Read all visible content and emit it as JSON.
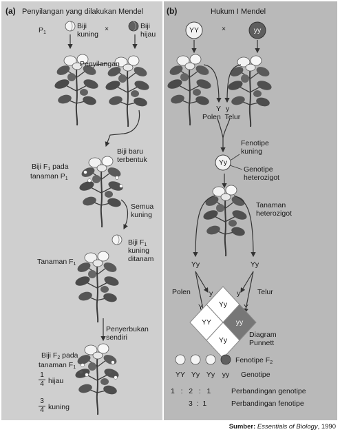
{
  "panel_a": {
    "tag": "(a)",
    "title": "Penyilangan yang dilakukan Mendel",
    "p1": "P",
    "p1_sub": "1",
    "cross_sign": "×",
    "yellow_seed": "Biji\nkuning",
    "green_seed": "Biji\nhijau",
    "cross_label": "Penyilangan",
    "new_seed": "Biji baru\nterbentuk",
    "f1_seed_on_p1_a": "Biji F",
    "f1_seed_on_p1_sub": "1",
    "f1_seed_on_p1_b": " pada",
    "f1_seed_on_p1_c": "tanaman P",
    "f1_seed_on_p1_sub2": "1",
    "all_yellow": "Semua\nkuning",
    "f1_yellow_planted_a": "Biji F",
    "f1_yellow_planted_sub": "1",
    "f1_yellow_planted_b": "kuning\nditanam",
    "f1_plant": "Tanaman F",
    "f1_plant_sub": "1",
    "self_pollination": "Penyerbukan\nsendiri",
    "f2_seed_a": "Biji F",
    "f2_seed_sub": "2",
    "f2_seed_b": " pada",
    "f2_seed_c": "tanaman F",
    "f2_seed_sub2": "1",
    "green_frac_num": "1",
    "green_frac_den": "4",
    "green_text": "hijau",
    "yellow_frac_num": "3",
    "yellow_frac_den": "4",
    "yellow_text": "kuning"
  },
  "panel_b": {
    "tag": "(b)",
    "title": "Hukum I Mendel",
    "yy_dom": "YY",
    "yy_rec": "yy",
    "cross_sign": "×",
    "gamete_Y": "Y",
    "gamete_y": "y",
    "pollen_egg": "Polen  Telur",
    "phenotype_yellow": "Fenotipe\nkuning",
    "hybrid": "Yy",
    "genotype_het": "Genotipe\nheterozigot",
    "het_plant": "Tanaman\nheterozigot",
    "yy_left": "Yy",
    "yy_right": "Yy",
    "pollen": "Polen",
    "egg": "Telur",
    "punnett_cells": [
      "YY",
      "Yy",
      "Yy",
      "yy"
    ],
    "diagram_punnett": "Diagram\nPunnett",
    "phenotype_f2_a": "Fenotipe F",
    "phenotype_f2_sub": "2",
    "genotype_row": [
      "YY",
      "Yy",
      "Yy",
      "yy"
    ],
    "genotype_label": "Genotipe",
    "ratio_genotype_nums": "1   :   2   :   1",
    "ratio_genotype_label": "Perbandingan genotipe",
    "ratio_phenotype_nums": "3  :  1",
    "ratio_phenotype_label": "Perbandingan fenotipe"
  },
  "source": {
    "label": "Sumber: ",
    "book": "Essentials of Biology",
    "year": ", 1990"
  }
}
